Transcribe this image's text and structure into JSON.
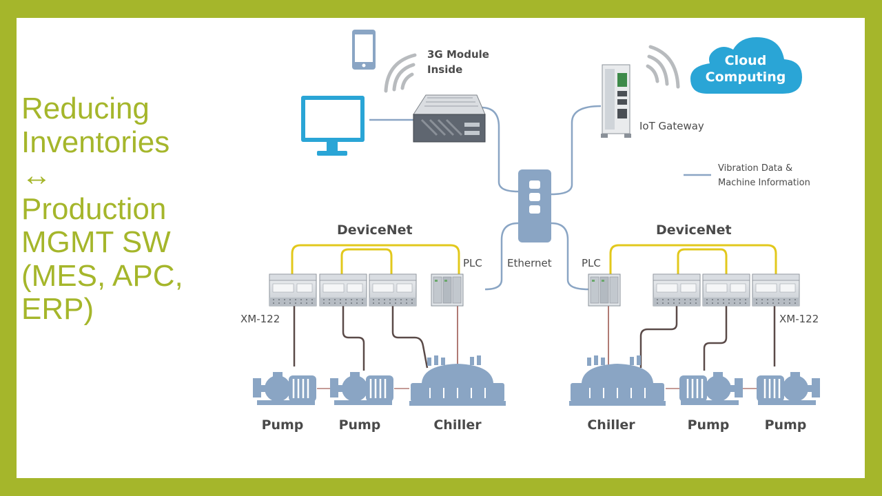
{
  "title_lines": [
    "Reducing",
    "Inventories",
    "↔",
    "Production",
    "MGMT SW",
    "(MES, APC,",
    "ERP)"
  ],
  "labels": {
    "module_3g_line1": "3G Module",
    "module_3g_line2": "Inside",
    "cloud_line1": "Cloud",
    "cloud_line2": "Computing",
    "iot_gateway": "IoT Gateway",
    "legend_line1": "Vibration Data &",
    "legend_line2": "Machine Information",
    "ethernet": "Ethernet",
    "devicenet_left": "DeviceNet",
    "devicenet_right": "DeviceNet",
    "plc_left": "PLC",
    "plc_right": "PLC",
    "xm122_left": "XM-122",
    "xm122_right": "XM-122",
    "equipment": [
      "Pump",
      "Pump",
      "Chiller",
      "Chiller",
      "Pump",
      "Pump"
    ]
  },
  "colors": {
    "background": "#a5b62b",
    "title_text": "#a5b62b",
    "device": "#8aa5c4",
    "cloud": "#2aa5d6",
    "devicenet_line": "#e2c81c",
    "data_line": "#8aa5c4",
    "wire": "#5a4a48"
  }
}
